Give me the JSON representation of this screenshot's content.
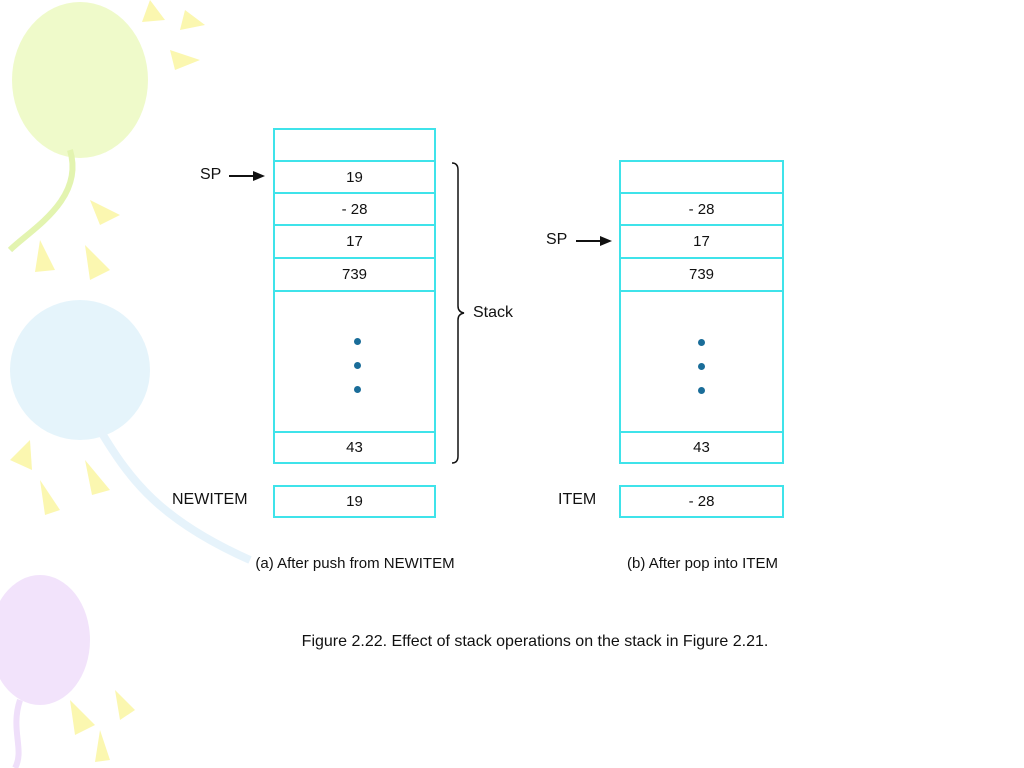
{
  "diagram_a": {
    "sp_label": "SP",
    "cells": [
      "",
      "19",
      "- 28",
      "17",
      "739",
      "43"
    ],
    "stack_label": "Stack",
    "register_label": "NEWITEM",
    "register_value": "19",
    "caption": "(a) After push from NEWITEM"
  },
  "diagram_b": {
    "sp_label": "SP",
    "cells": [
      "",
      "- 28",
      "17",
      "739",
      "43"
    ],
    "register_label": "ITEM",
    "register_value": "- 28",
    "caption": "(b) After pop into ITEM"
  },
  "figure_caption": "Figure 2.22.   Effect of stack operations on the stack in Figure 2.21.",
  "colors": {
    "cell_border": "#3fe3ea",
    "dots": "#1a6d99"
  }
}
